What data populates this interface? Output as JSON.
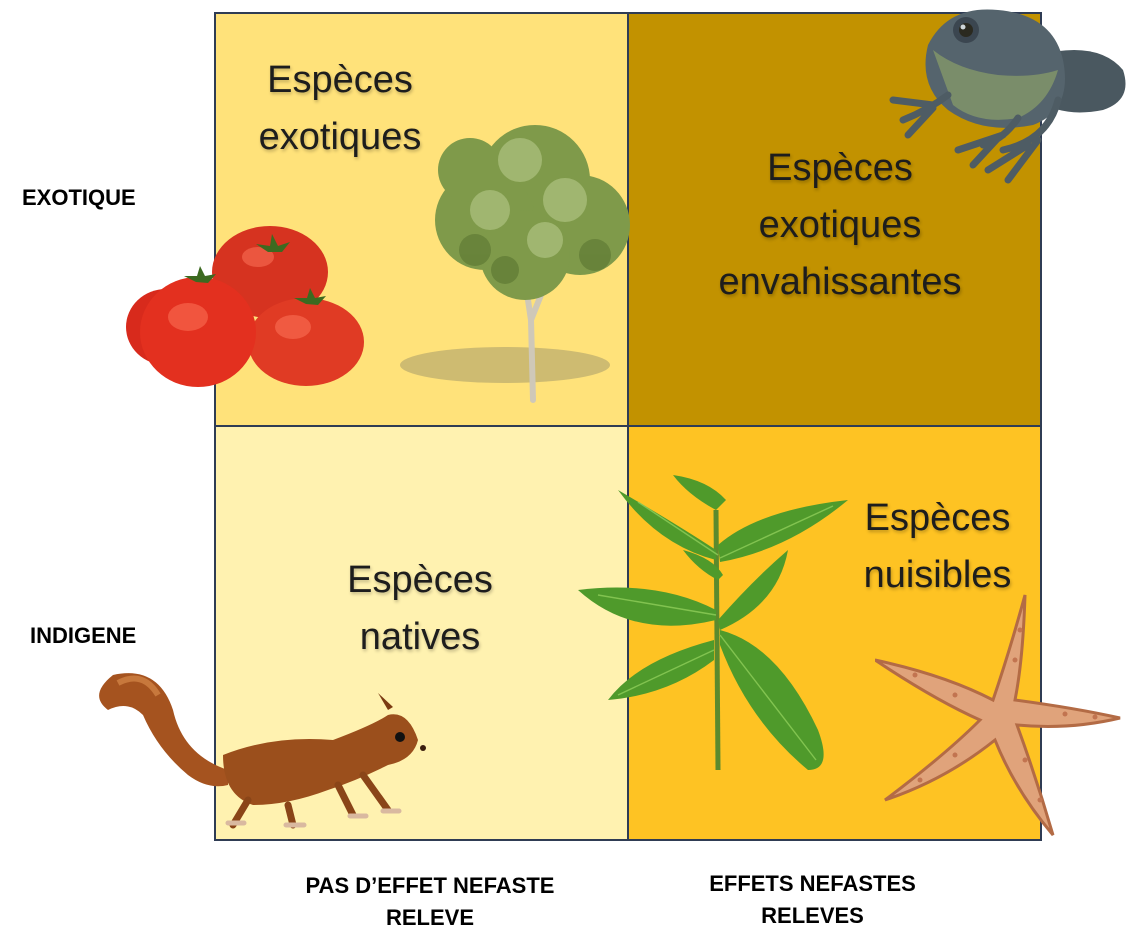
{
  "y_axis": {
    "top_label": "EXOTIQUE",
    "bottom_label": "INDIGENE"
  },
  "x_axis": {
    "left_label_line1": "PAS D’EFFET NEFASTE",
    "left_label_line2": "RELEVE",
    "right_label_line1": "EFFETS NEFASTES",
    "right_label_line2": "RELEVES"
  },
  "quadrants": {
    "top_left": {
      "line1": "Espèces",
      "line2": "exotiques",
      "color": "#ffe27a",
      "illustrations": [
        "tree-icon",
        "tomato-icon"
      ]
    },
    "top_right": {
      "line1": "Espèces",
      "line2": "exotiques",
      "line3": "envahissantes",
      "color": "#c29200",
      "illustrations": [
        "frog-icon"
      ]
    },
    "bottom_left": {
      "line1": "Espèces",
      "line2": "natives",
      "color": "#fff2b0",
      "illustrations": [
        "squirrel-icon"
      ]
    },
    "bottom_right": {
      "line1": "Espèces",
      "line2": "nuisibles",
      "color": "#fec323",
      "illustrations": [
        "nettle-icon",
        "starfish-icon"
      ]
    }
  },
  "border_color": "#2f3c54"
}
